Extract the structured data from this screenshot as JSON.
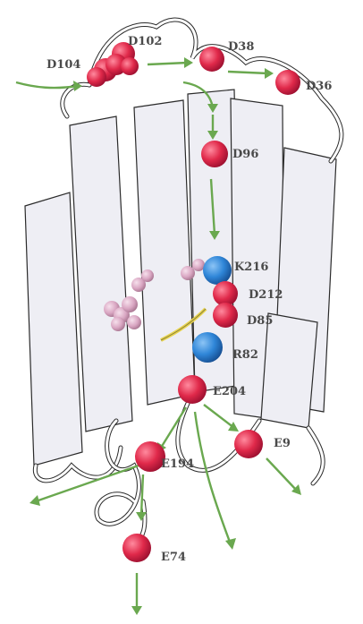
{
  "figure": {
    "colors": {
      "acidic_residue": "#e0294a",
      "basic_residue": "#2f86d8",
      "retinal": "#d9a6c2",
      "proton_path": "#6aa84f",
      "helix": "#eeeef4",
      "linker": "#e8d44d"
    },
    "residues": [
      {
        "label": "D104",
        "kind": "acidic"
      },
      {
        "label": "D102",
        "kind": "acidic"
      },
      {
        "label": "D38",
        "kind": "acidic"
      },
      {
        "label": "D36",
        "kind": "acidic"
      },
      {
        "label": "D96",
        "kind": "acidic"
      },
      {
        "label": "K216",
        "kind": "basic"
      },
      {
        "label": "D212",
        "kind": "acidic"
      },
      {
        "label": "D85",
        "kind": "acidic"
      },
      {
        "label": "R82",
        "kind": "basic"
      },
      {
        "label": "E204",
        "kind": "acidic"
      },
      {
        "label": "E9",
        "kind": "acidic"
      },
      {
        "label": "E194",
        "kind": "acidic"
      },
      {
        "label": "E74",
        "kind": "acidic"
      }
    ]
  }
}
